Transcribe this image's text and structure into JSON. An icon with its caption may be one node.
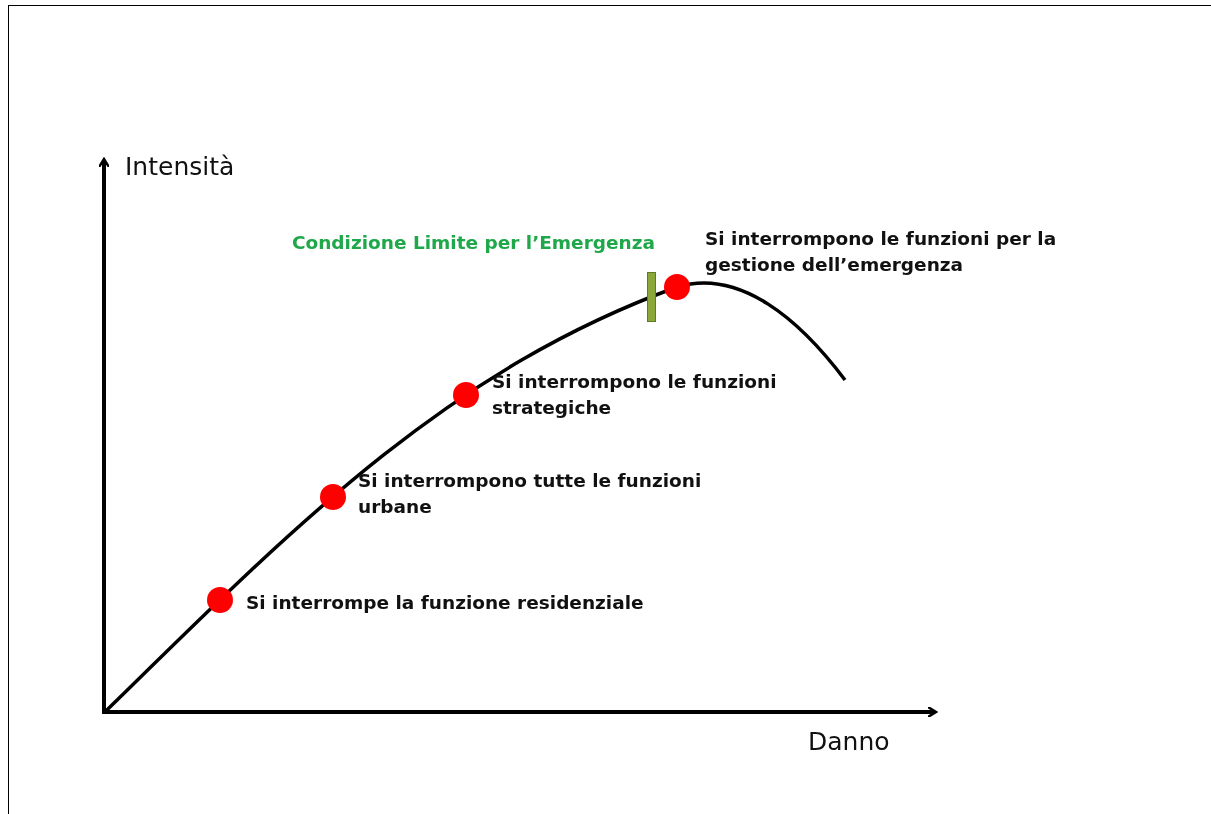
{
  "diagram": {
    "nodes": [
      {
        "text": [],
        "shape": "bar",
        "beside": [
          "Condizione Limite per l’Emergenza"
        ]
      },
      {
        "text": [],
        "shape": "circle",
        "beside": [
          "Si interrompono le funzioni per la gestione dell’emergenza"
        ]
      },
      {
        "text": [],
        "shape": "circle",
        "beside": [
          "Si interrompono le funzioni strategiche"
        ]
      },
      {
        "text": [],
        "shape": "circle",
        "beside": [
          "Si interrompono tutte le funzioni urbane"
        ]
      },
      {
        "text": [],
        "shape": "circle",
        "beside": [
          "Si interrompe la funzione residenziale"
        ]
      }
    ],
    "labels": [
      "Intensità",
      "Danno"
    ]
  }
}
